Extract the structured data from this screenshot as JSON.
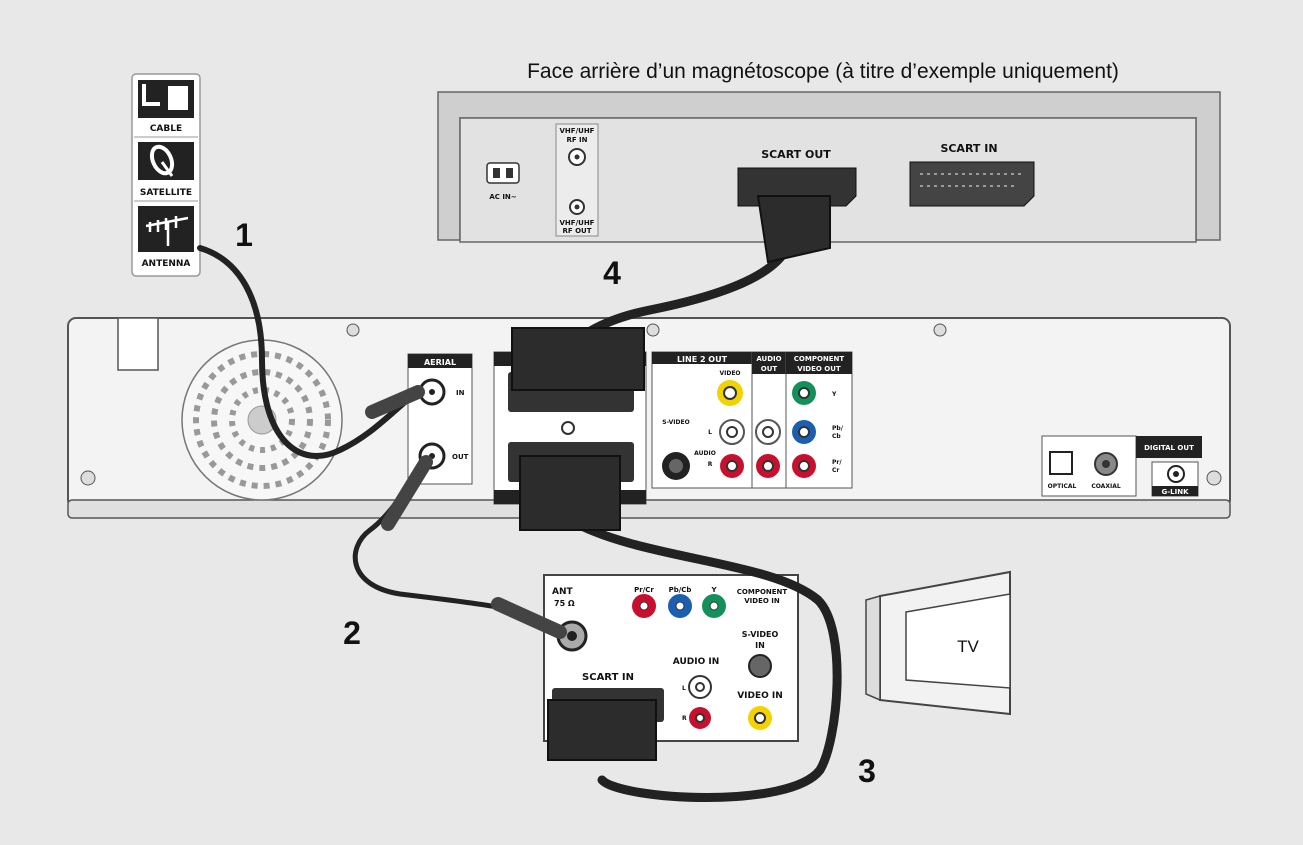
{
  "colors": {
    "background": "#e8e8e8",
    "device_fill": "#f3f3f3",
    "vcr_fill": "#e2e2e2",
    "cable": "#222222",
    "jack_red": "#c8102e",
    "jack_green": "#14905a",
    "jack_blue": "#1c5fb0",
    "jack_yellow": "#f2d200"
  },
  "title": "Face arrière d’un magnétoscope (à titre d’exemple uniquement)",
  "steps": [
    "1",
    "2",
    "3",
    "4"
  ],
  "sources": {
    "cable": "CABLE",
    "satellite": "SATELLITE",
    "antenna": "ANTENNA"
  },
  "vcr": {
    "rf_in": [
      "VHF/UHF",
      "RF IN"
    ],
    "rf_out": [
      "VHF/UHF",
      "RF OUT"
    ],
    "ac_in": "AC IN~",
    "scart_out": "SCART OUT",
    "scart_in": "SCART IN"
  },
  "recorder": {
    "aerial": "AERIAL",
    "aerial_in": "IN",
    "aerial_out": "OUT",
    "line2_out": "LINE 2 OUT",
    "audio_out": [
      "AUDIO",
      "OUT"
    ],
    "component_out": [
      "COMPONENT",
      "VIDEO OUT"
    ],
    "video": "VIDEO",
    "s_video": "S-VIDEO",
    "audio": "AUDIO",
    "l": "L",
    "r": "R",
    "y": "Y",
    "pb_cb": [
      "Pb/",
      "Cb"
    ],
    "pr_cr": [
      "Pr/",
      "Cr"
    ],
    "digital_out": "DIGITAL OUT",
    "optical": "OPTICAL",
    "coaxial": "COAXIAL",
    "g_link": "G-LINK"
  },
  "tv": {
    "label": "TV",
    "ant": "ANT",
    "ant_ohm": "75 Ω",
    "pr_cr": "Pr/Cr",
    "pb_cb": "Pb/Cb",
    "y": "Y",
    "component_in": [
      "COMPONENT",
      "VIDEO IN"
    ],
    "s_video_in": [
      "S-VIDEO",
      "IN"
    ],
    "audio_in": "AUDIO IN",
    "l": "L",
    "r": "R",
    "video_in": "VIDEO IN",
    "scart_in": "SCART IN"
  }
}
